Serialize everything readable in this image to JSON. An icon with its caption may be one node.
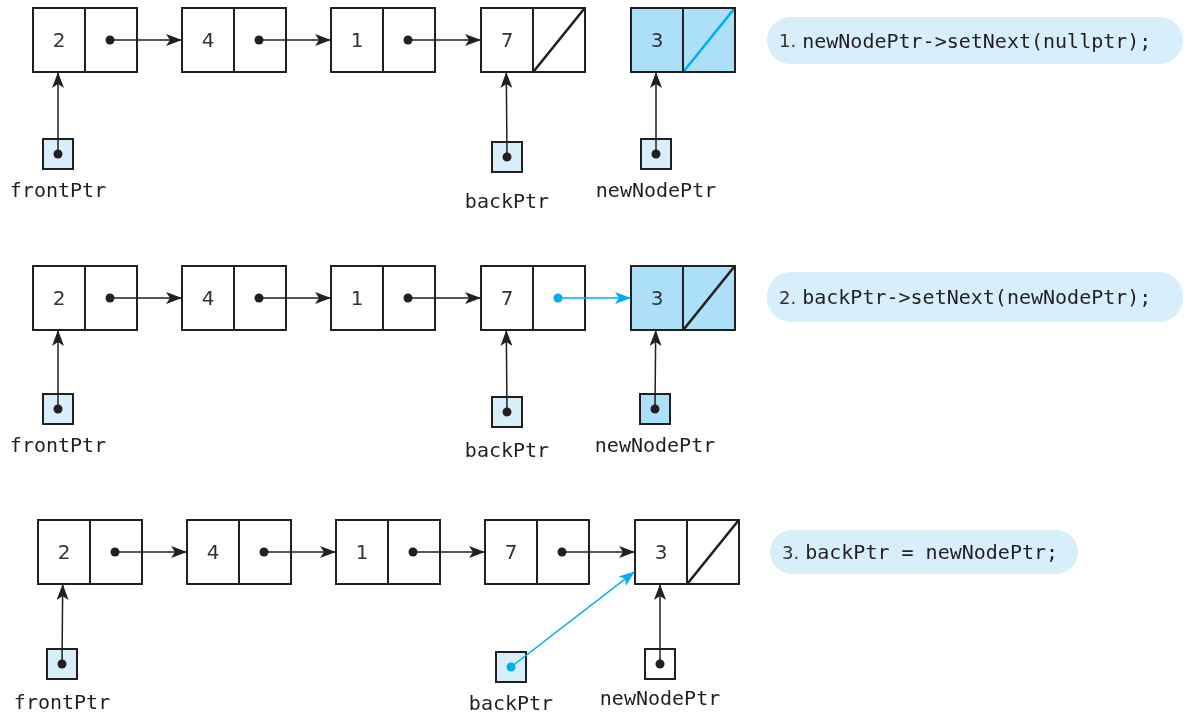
{
  "diagram": {
    "nodes": [
      {
        "text": [
          "2"
        ]
      },
      {
        "text": [
          "4"
        ]
      },
      {
        "text": [
          "1"
        ]
      },
      {
        "text": [
          "7"
        ]
      },
      {
        "text": [
          "3"
        ]
      },
      {
        "text": [
          "1.",
          "newNodePtr->setNext(nullptr);"
        ]
      },
      {
        "text": [
          "frontPtr"
        ]
      },
      {
        "text": [
          "backPtr"
        ]
      },
      {
        "text": [
          "newNodePtr"
        ]
      },
      {
        "text": [
          "2"
        ]
      },
      {
        "text": [
          "4"
        ]
      },
      {
        "text": [
          "1"
        ]
      },
      {
        "text": [
          "7"
        ]
      },
      {
        "text": [
          "3"
        ]
      },
      {
        "text": [
          "2.",
          "backPtr->setNext(newNodePtr);"
        ]
      },
      {
        "text": [
          "frontPtr"
        ]
      },
      {
        "text": [
          "backPtr"
        ]
      },
      {
        "text": [
          "newNodePtr"
        ]
      },
      {
        "text": [
          "2"
        ]
      },
      {
        "text": [
          "4"
        ]
      },
      {
        "text": [
          "1"
        ]
      },
      {
        "text": [
          "7"
        ]
      },
      {
        "text": [
          "3"
        ]
      },
      {
        "text": [
          "3.",
          "backPtr = newNodePtr;"
        ]
      },
      {
        "text": [
          "frontPtr"
        ]
      },
      {
        "text": [
          "backPtr"
        ]
      },
      {
        "text": [
          "newNodePtr"
        ]
      }
    ],
    "edges": [
      {
        "from": 0,
        "to": 1,
        "arrow": "to"
      },
      {
        "from": 1,
        "to": 2,
        "arrow": "to"
      },
      {
        "from": 2,
        "to": 3,
        "arrow": "to"
      },
      {
        "from": 6,
        "to": 0,
        "arrow": "to"
      },
      {
        "from": 7,
        "to": 3,
        "arrow": "to"
      },
      {
        "from": 8,
        "to": 4,
        "arrow": "to"
      },
      {
        "from": 9,
        "to": 10,
        "arrow": "to"
      },
      {
        "from": 10,
        "to": 11,
        "arrow": "to"
      },
      {
        "from": 11,
        "to": 12,
        "arrow": "to"
      },
      {
        "from": 12,
        "to": 13,
        "arrow": "to",
        "color": "#00aeef"
      },
      {
        "from": 15,
        "to": 9,
        "arrow": "to"
      },
      {
        "from": 16,
        "to": 12,
        "arrow": "to"
      },
      {
        "from": 17,
        "to": 13,
        "arrow": "to"
      },
      {
        "from": 18,
        "to": 19,
        "arrow": "to"
      },
      {
        "from": 19,
        "to": 20,
        "arrow": "to"
      },
      {
        "from": 20,
        "to": 21,
        "arrow": "to"
      },
      {
        "from": 21,
        "to": 22,
        "arrow": "to"
      },
      {
        "from": 24,
        "to": 18,
        "arrow": "to"
      },
      {
        "from": 25,
        "to": 22,
        "arrow": "to",
        "color": "#00aeef"
      },
      {
        "from": 26,
        "to": 22,
        "arrow": "to"
      }
    ]
  }
}
